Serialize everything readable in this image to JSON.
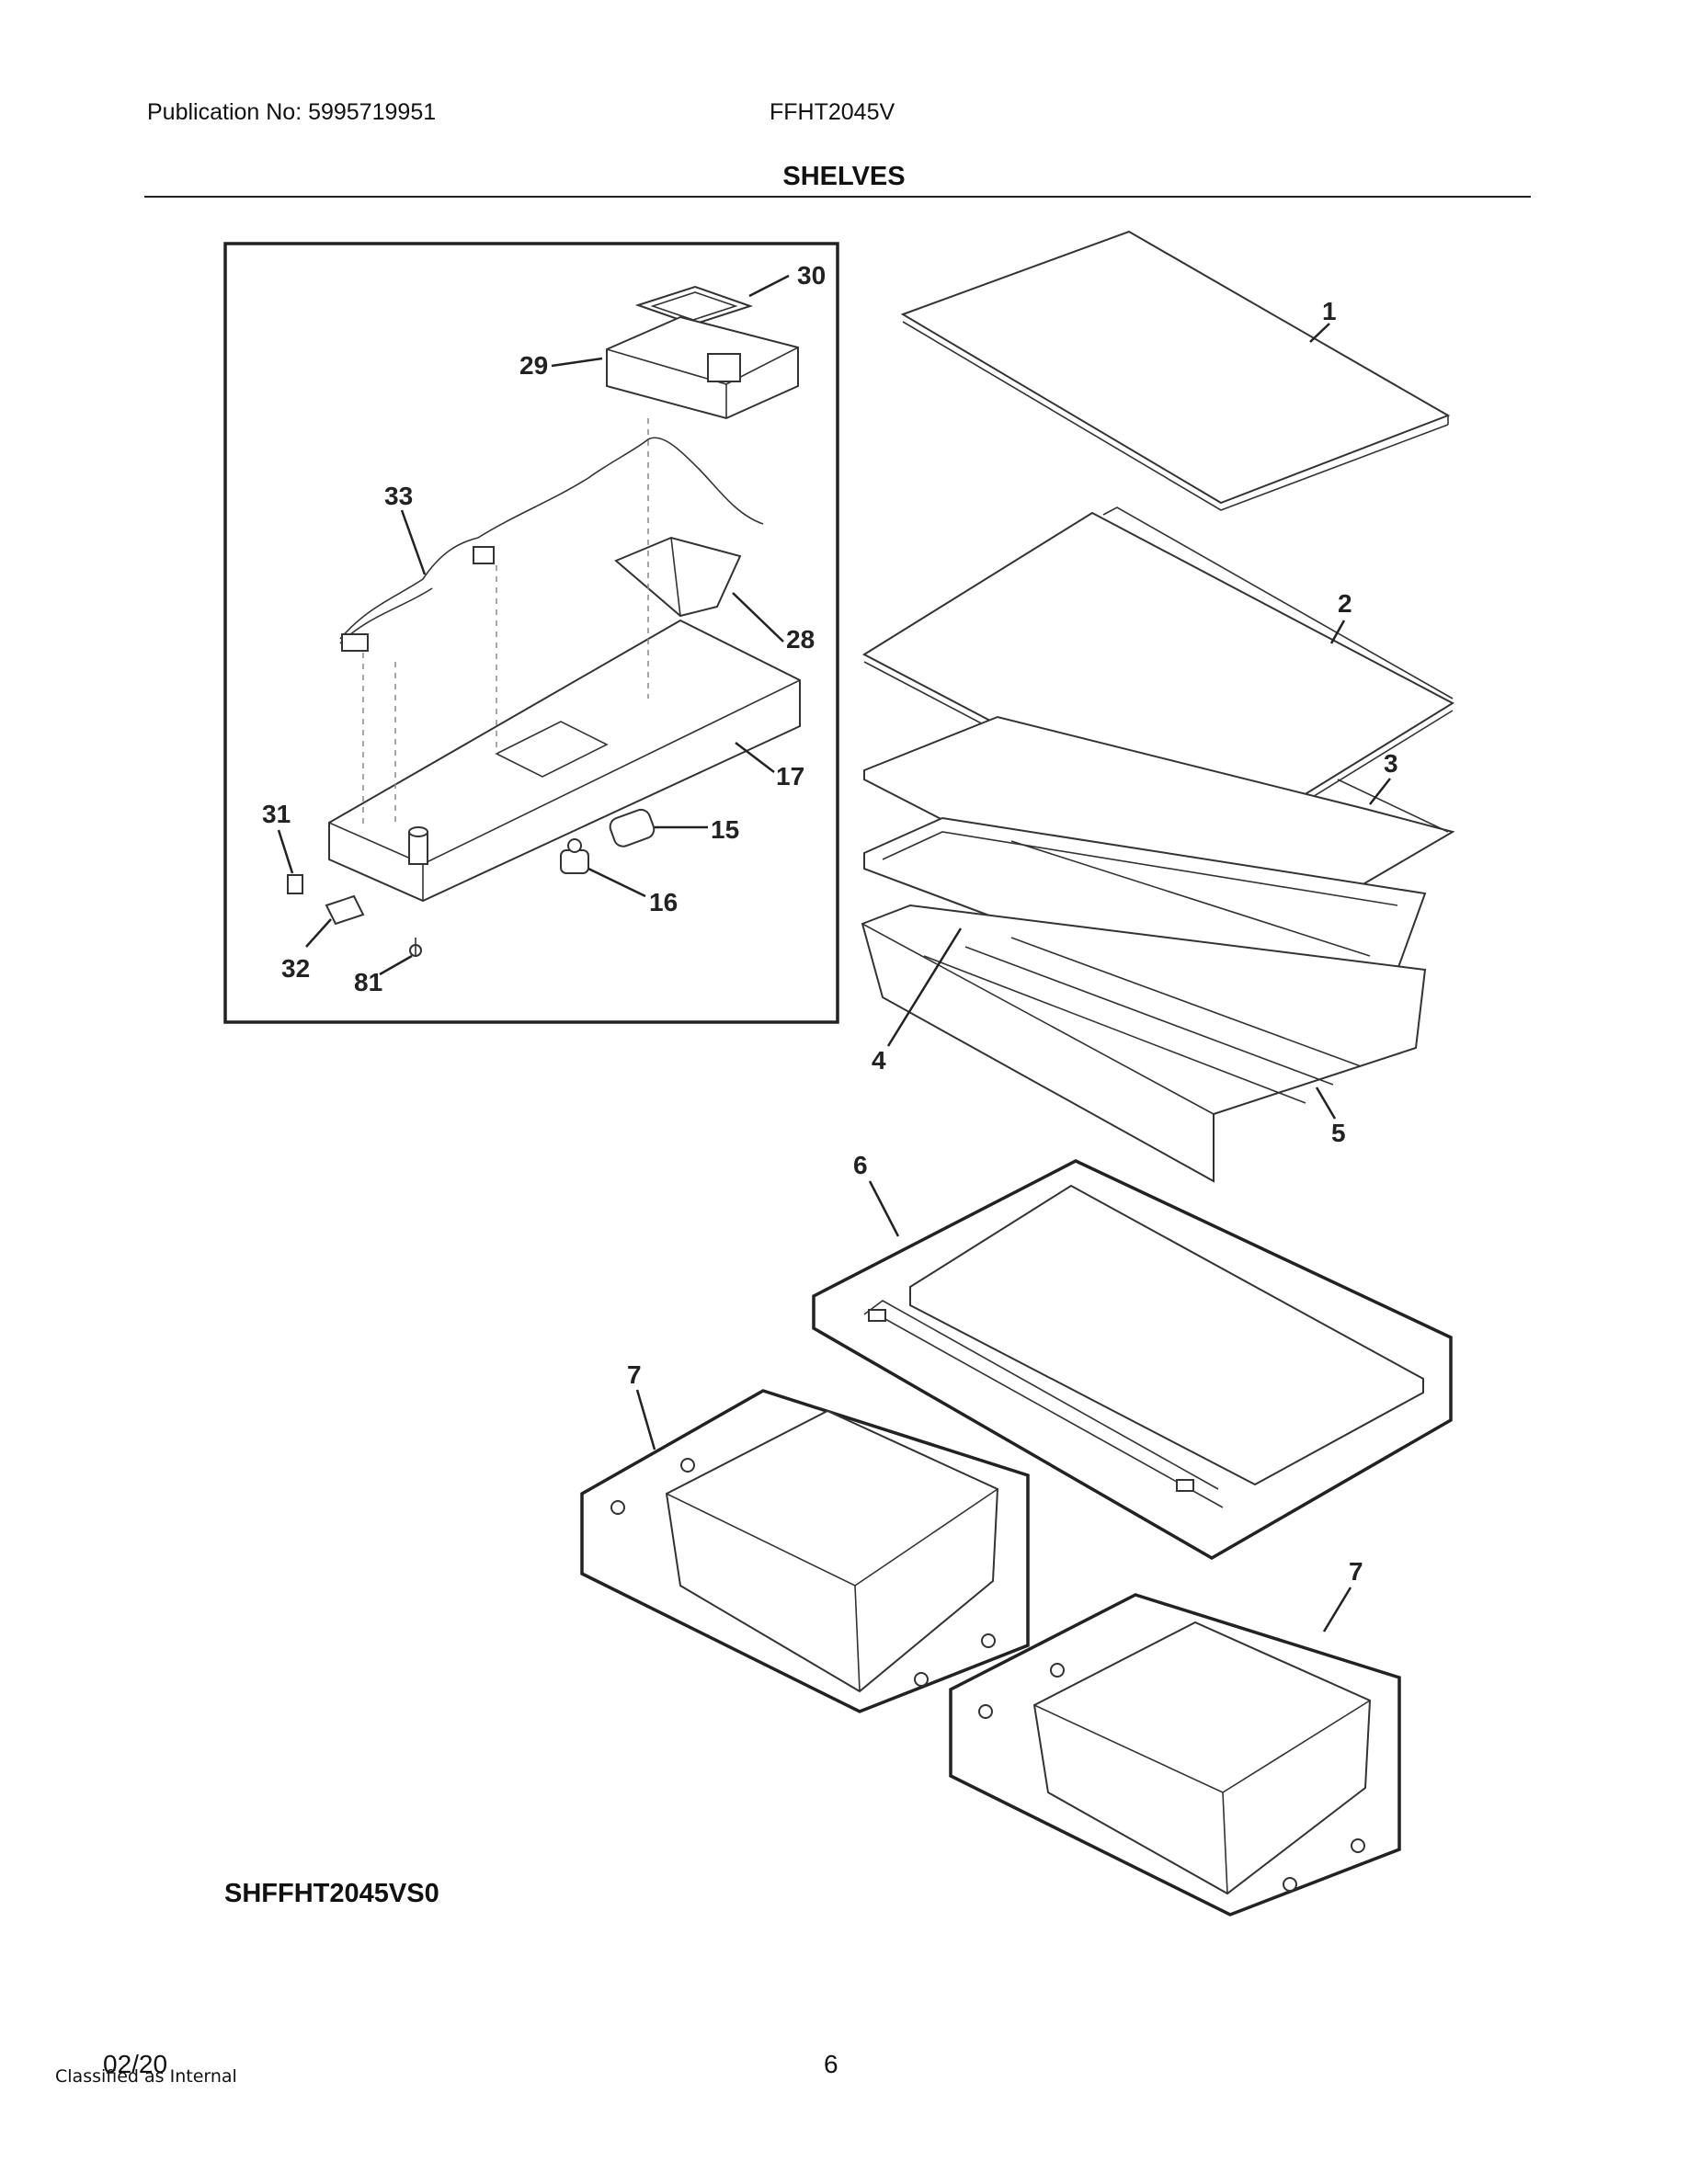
{
  "header": {
    "publication": "Publication No: 5995719951",
    "model": "FFHT2045V",
    "title": "SHELVES"
  },
  "diagram": {
    "part_labels": [
      "1",
      "2",
      "3",
      "4",
      "5",
      "6",
      "7",
      "7",
      "15",
      "16",
      "17",
      "28",
      "29",
      "30",
      "31",
      "32",
      "33",
      "81"
    ],
    "drawing_code": "SHFFHT2045VS0"
  },
  "footer": {
    "date": "02/20",
    "classification": "Classified as Internal",
    "page": "6"
  }
}
